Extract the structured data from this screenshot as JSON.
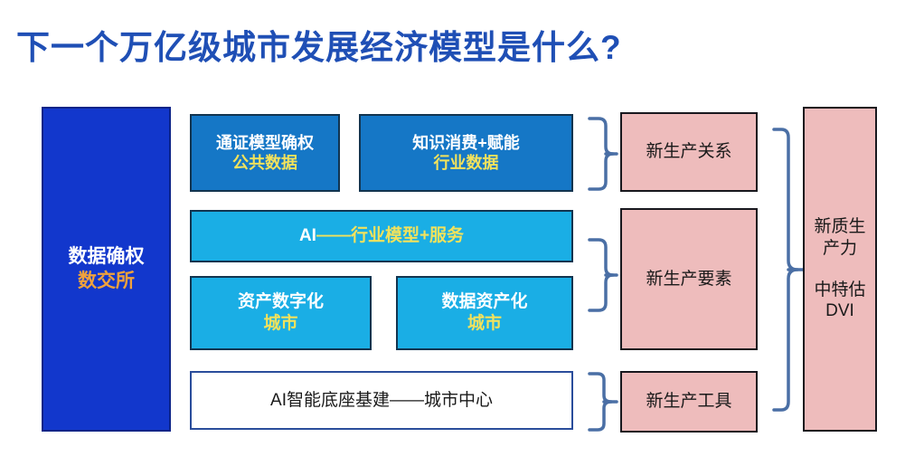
{
  "slide": {
    "title": "下一个万亿级城市发展经济模型是什么?",
    "background_color": "#ffffff",
    "title_color": "#1f4fb5"
  },
  "left_pillar": {
    "line1": "数据确权",
    "line2": "数交所",
    "fill_color": "#1237cc",
    "line1_color": "#ffffff",
    "line2_color": "#f0a23c"
  },
  "rows": {
    "row1": {
      "boxes": [
        {
          "line1": "通证模型确权",
          "line2": "公共数据",
          "fill_color": "#1577c6"
        },
        {
          "line1": "知识消费+赋能",
          "line2": "行业数据",
          "fill_color": "#1577c6"
        }
      ]
    },
    "row2": {
      "box": {
        "line1": "AI",
        "line2": "——行业模型+服务",
        "fill_color": "#1aaee5"
      }
    },
    "row3": {
      "boxes": [
        {
          "line1": "资产数字化",
          "line2": "城市",
          "fill_color": "#1aaee5"
        },
        {
          "line1": "数据资产化",
          "line2": "城市",
          "fill_color": "#1aaee5"
        }
      ]
    },
    "row4": {
      "box": {
        "line1": "AI智能底座基建——城市中心",
        "fill_color": "#ffffff",
        "border_color": "#2a4d9b"
      }
    }
  },
  "pink_boxes": [
    {
      "label": "新生产关系",
      "fill_color": "#eebcbc"
    },
    {
      "label": "新生产要素",
      "fill_color": "#eebcbc"
    },
    {
      "label": "新生产工具",
      "fill_color": "#eebcbc"
    }
  ],
  "right_pillar": {
    "line1": "新质生",
    "line2": "产力",
    "line3": "中特估",
    "line4": "DVI",
    "fill_color": "#eebcbc"
  },
  "braces": {
    "color": "#4a6fa5",
    "items": [
      {
        "name": "brace-to-new-production-relations"
      },
      {
        "name": "brace-to-new-production-factors"
      },
      {
        "name": "brace-to-new-production-tools"
      },
      {
        "name": "brace-to-new-quality-productivity"
      }
    ]
  }
}
